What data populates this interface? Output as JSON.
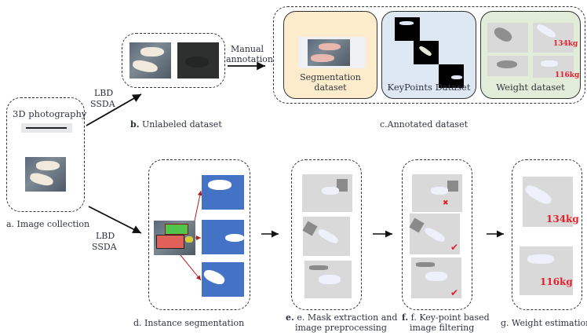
{
  "a": {
    "photo_label": "3D photography",
    "caption": "a. Image collection"
  },
  "b": {
    "caption_prefix": "b.",
    "caption": "Unlabeled dataset"
  },
  "c": {
    "caption": "c.Annotated dataset",
    "panels": [
      {
        "title": "Segmentation dataset",
        "fill": "#fdeccb"
      },
      {
        "title": "KeyPoints Dataset",
        "fill": "#dde8f3"
      },
      {
        "title": "Weight dataset",
        "fill": "#e2edd9"
      }
    ],
    "weights": [
      "134kg",
      "116kg"
    ]
  },
  "d": {
    "caption": "d. Instance segmentation"
  },
  "e": {
    "caption_line1": "e. Mask extraction and",
    "caption_line2": "image preprocessing"
  },
  "f": {
    "caption_line1": "f. Key-point based",
    "caption_line2": "image filtering",
    "marks": [
      "✖",
      "✔",
      "✔"
    ]
  },
  "g": {
    "caption": "g. Weight estimation",
    "weights": [
      "134kg",
      "116kg"
    ]
  },
  "arrows": {
    "upper_label_1": "LBD",
    "upper_label_2": "SSDA",
    "lower_label_1": "LBD",
    "lower_label_2": "SSDA",
    "manual_1": "Manual",
    "manual_2": "annotation"
  },
  "colors": {
    "weight_text": "#e0202a",
    "mask_blue": "#4472c4",
    "arrow_red": "#b01e24"
  }
}
